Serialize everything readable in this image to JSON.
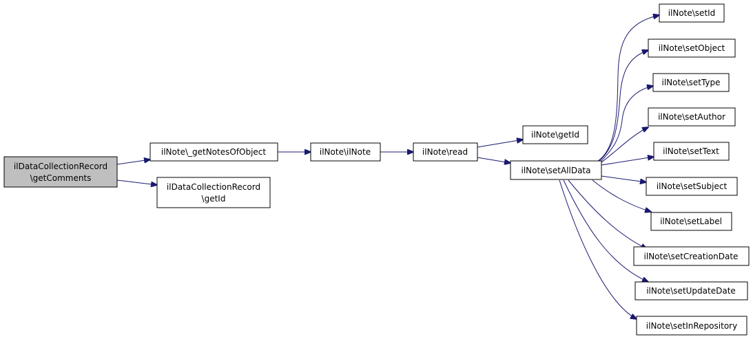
{
  "colors": {
    "edge": "#191970",
    "root_fill": "#bfbfbf",
    "node_fill": "#ffffff",
    "node_border": "#000000"
  },
  "nodes": {
    "root": {
      "line1": "ilDataCollectionRecord",
      "line2": "\\getComments"
    },
    "getNotesOfObject": {
      "label": "ilNote\\_getNotesOfObject"
    },
    "dcrGetId": {
      "line1": "ilDataCollectionRecord",
      "line2": "\\getId"
    },
    "ilNote": {
      "label": "ilNote\\ilNote"
    },
    "read": {
      "label": "ilNote\\read"
    },
    "getId": {
      "label": "ilNote\\getId"
    },
    "setAllData": {
      "label": "ilNote\\setAllData"
    },
    "setId": {
      "label": "ilNote\\setId"
    },
    "setObject": {
      "label": "ilNote\\setObject"
    },
    "setType": {
      "label": "ilNote\\setType"
    },
    "setAuthor": {
      "label": "ilNote\\setAuthor"
    },
    "setText": {
      "label": "ilNote\\setText"
    },
    "setSubject": {
      "label": "ilNote\\setSubject"
    },
    "setLabel": {
      "label": "ilNote\\setLabel"
    },
    "setCreationDate": {
      "label": "ilNote\\setCreationDate"
    },
    "setUpdateDate": {
      "label": "ilNote\\setUpdateDate"
    },
    "setInRepository": {
      "label": "ilNote\\setInRepository"
    }
  }
}
